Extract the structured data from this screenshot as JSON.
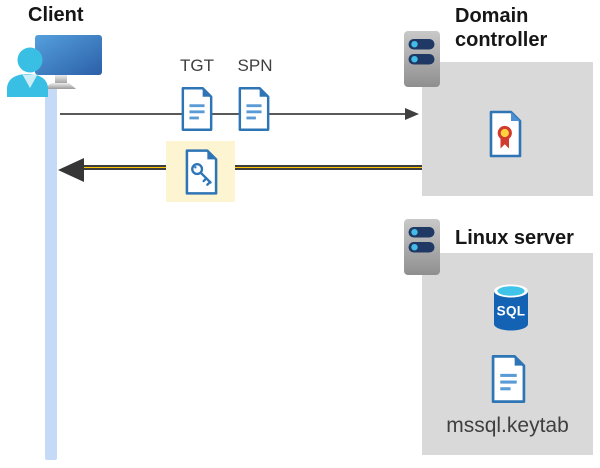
{
  "diagram_labels": {
    "client": "Client",
    "tgt": "TGT",
    "spn": "SPN",
    "domain_controller": "Domain controller",
    "linux_server": "Linux server",
    "sql": "SQL",
    "keytab_file": "mssql.keytab"
  },
  "icons": {
    "client": "user-at-monitor-icon",
    "tgt": "ticket-document-icon",
    "spn": "ticket-document-icon",
    "key": "key-document-icon",
    "certificate": "certificate-document-icon",
    "server": "server-tower-icon",
    "sql": "sql-database-icon",
    "keytab": "document-icon"
  },
  "colors": {
    "box_gray": "#d9d9d9",
    "highlight_yellow": "#fdf5d2",
    "arrow_yellow": "#ffc600",
    "arrow_gray": "#595959",
    "doc_blue": "#2e75b6",
    "line_blue": "#5b9bd5",
    "person_cyan": "#38bfe3",
    "lifeline_blue": "#c5daf6",
    "server_navy": "#1f3864",
    "sql_blue": "#1362b4",
    "sql_cyan": "#3fc3e8",
    "cert_red": "#d13a2e",
    "cert_yellow": "#ffd23e"
  }
}
